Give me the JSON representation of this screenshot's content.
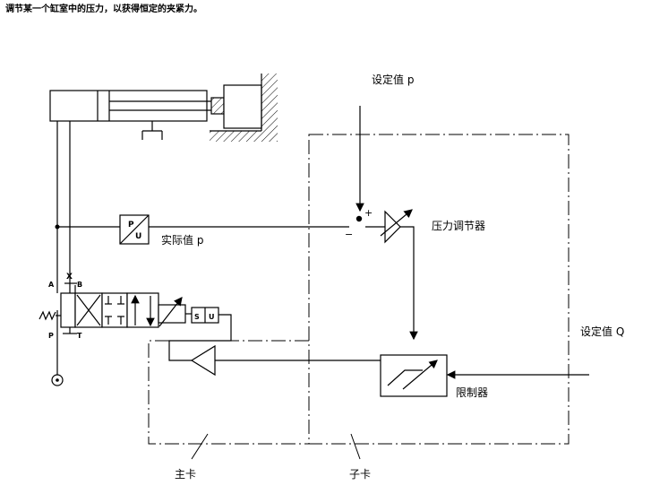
{
  "caption": "调节某一个缸室中的压力，以获得恒定的夹紧力。",
  "labels": {
    "setpoint_p": "设定值 p",
    "actual_p": "实际值 p",
    "pressure_controller": "压力调节器",
    "setpoint_q": "设定值 Q",
    "limiter": "限制器",
    "main_card": "主卡",
    "sub_card": "子卡"
  },
  "ports": {
    "a": "A",
    "b": "B",
    "p": "P",
    "t": "T",
    "x": "X"
  },
  "signs": {
    "plus": "+",
    "minus": "−"
  },
  "transducer": {
    "p": "P",
    "u": "U"
  },
  "solenoid": {
    "s": "S",
    "u": "U"
  }
}
